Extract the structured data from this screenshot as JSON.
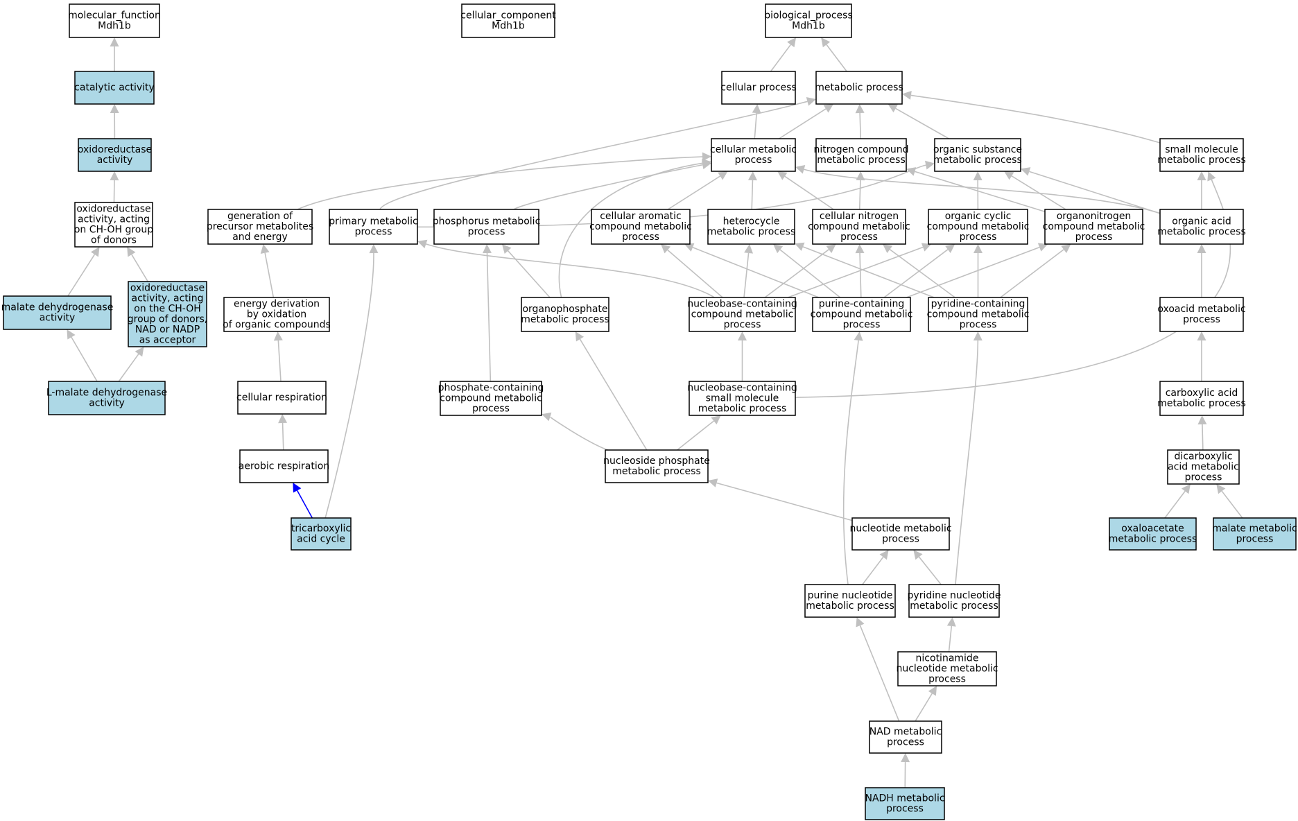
{
  "colors": {
    "highlight_fill": "#add8e6",
    "plain_fill": "#ffffff",
    "edge_gray": "#c0c0c0",
    "edge_blue": "#0000ff"
  },
  "nodes": [
    {
      "id": "mf",
      "lines": [
        "molecular_function",
        "Mdh1b"
      ],
      "highlight": false
    },
    {
      "id": "cc",
      "lines": [
        "cellular_component",
        "Mdh1b"
      ],
      "highlight": false
    },
    {
      "id": "bp",
      "lines": [
        "biological_process",
        "Mdh1b"
      ],
      "highlight": false
    },
    {
      "id": "cat",
      "lines": [
        "catalytic activity"
      ],
      "highlight": true
    },
    {
      "id": "oxr",
      "lines": [
        "oxidoreductase",
        "activity"
      ],
      "highlight": true
    },
    {
      "id": "oxch",
      "lines": [
        "oxidoreductase",
        "activity, acting",
        "on CH-OH group",
        "of donors"
      ],
      "highlight": false
    },
    {
      "id": "malde",
      "lines": [
        "malate dehydrogenase",
        "activity"
      ],
      "highlight": true
    },
    {
      "id": "oxnad",
      "lines": [
        "oxidoreductase",
        "activity, acting",
        "on the CH-OH",
        "group of donors,",
        "NAD or NADP",
        "as acceptor"
      ],
      "highlight": true
    },
    {
      "id": "lmal",
      "lines": [
        "L-malate dehydrogenase",
        "activity"
      ],
      "highlight": true
    },
    {
      "id": "cellp",
      "lines": [
        "cellular process"
      ],
      "highlight": false
    },
    {
      "id": "metp",
      "lines": [
        "metabolic process"
      ],
      "highlight": false
    },
    {
      "id": "cmp",
      "lines": [
        "cellular metabolic",
        "process"
      ],
      "highlight": false
    },
    {
      "id": "ncmp",
      "lines": [
        "nitrogen compound",
        "metabolic process"
      ],
      "highlight": false
    },
    {
      "id": "osmp",
      "lines": [
        "organic substance",
        "metabolic process"
      ],
      "highlight": false
    },
    {
      "id": "smmp",
      "lines": [
        "small molecule",
        "metabolic process"
      ],
      "highlight": false
    },
    {
      "id": "gpme",
      "lines": [
        "generation of",
        "precursor metabolites",
        "and energy"
      ],
      "highlight": false
    },
    {
      "id": "pmp",
      "lines": [
        "primary metabolic",
        "process"
      ],
      "highlight": false
    },
    {
      "id": "phmp",
      "lines": [
        "phosphorus metabolic",
        "process"
      ],
      "highlight": false
    },
    {
      "id": "cacmp",
      "lines": [
        "cellular aromatic",
        "compound metabolic",
        "process"
      ],
      "highlight": false
    },
    {
      "id": "hmp",
      "lines": [
        "heterocycle",
        "metabolic process"
      ],
      "highlight": false
    },
    {
      "id": "cncmp",
      "lines": [
        "cellular nitrogen",
        "compound metabolic",
        "process"
      ],
      "highlight": false
    },
    {
      "id": "occmp",
      "lines": [
        "organic cyclic",
        "compound metabolic",
        "process"
      ],
      "highlight": false
    },
    {
      "id": "oncmp",
      "lines": [
        "organonitrogen",
        "compound metabolic",
        "process"
      ],
      "highlight": false
    },
    {
      "id": "oamp",
      "lines": [
        "organic acid",
        "metabolic process"
      ],
      "highlight": false
    },
    {
      "id": "edoc",
      "lines": [
        "energy derivation",
        "by oxidation",
        "of organic compounds"
      ],
      "highlight": false
    },
    {
      "id": "opmp",
      "lines": [
        "organophosphate",
        "metabolic process"
      ],
      "highlight": false
    },
    {
      "id": "nbccmp",
      "lines": [
        "nucleobase-containing",
        "compound metabolic",
        "process"
      ],
      "highlight": false
    },
    {
      "id": "pccmp",
      "lines": [
        "purine-containing",
        "compound metabolic",
        "process"
      ],
      "highlight": false
    },
    {
      "id": "pyccmp",
      "lines": [
        "pyridine-containing",
        "compound metabolic",
        "process"
      ],
      "highlight": false
    },
    {
      "id": "oxamp",
      "lines": [
        "oxoacid metabolic",
        "process"
      ],
      "highlight": false
    },
    {
      "id": "cresp",
      "lines": [
        "cellular respiration"
      ],
      "highlight": false
    },
    {
      "id": "phccmp",
      "lines": [
        "phosphate-containing",
        "compound metabolic",
        "process"
      ],
      "highlight": false
    },
    {
      "id": "nbcsm",
      "lines": [
        "nucleobase-containing",
        "small molecule",
        "metabolic process"
      ],
      "highlight": false
    },
    {
      "id": "camp",
      "lines": [
        "carboxylic acid",
        "metabolic process"
      ],
      "highlight": false
    },
    {
      "id": "aresp",
      "lines": [
        "aerobic respiration"
      ],
      "highlight": false
    },
    {
      "id": "nspmp",
      "lines": [
        "nucleoside phosphate",
        "metabolic process"
      ],
      "highlight": false
    },
    {
      "id": "dcamp",
      "lines": [
        "dicarboxylic",
        "acid metabolic",
        "process"
      ],
      "highlight": false
    },
    {
      "id": "tca",
      "lines": [
        "tricarboxylic",
        "acid cycle"
      ],
      "highlight": true
    },
    {
      "id": "ntmp",
      "lines": [
        "nucleotide metabolic",
        "process"
      ],
      "highlight": false
    },
    {
      "id": "oxaa",
      "lines": [
        "oxaloacetate",
        "metabolic process"
      ],
      "highlight": true
    },
    {
      "id": "malmp",
      "lines": [
        "malate metabolic",
        "process"
      ],
      "highlight": true
    },
    {
      "id": "pnmp",
      "lines": [
        "purine nucleotide",
        "metabolic process"
      ],
      "highlight": false
    },
    {
      "id": "pynmp",
      "lines": [
        "pyridine nucleotide",
        "metabolic process"
      ],
      "highlight": false
    },
    {
      "id": "nnmp",
      "lines": [
        "nicotinamide",
        "nucleotide metabolic",
        "process"
      ],
      "highlight": false
    },
    {
      "id": "nadmp",
      "lines": [
        "NAD metabolic",
        "process"
      ],
      "highlight": false
    },
    {
      "id": "nadhmp",
      "lines": [
        "NADH metabolic",
        "process"
      ],
      "highlight": true
    }
  ],
  "edges": [
    {
      "from": "cat",
      "to": "mf"
    },
    {
      "from": "oxr",
      "to": "cat"
    },
    {
      "from": "oxch",
      "to": "oxr"
    },
    {
      "from": "malde",
      "to": "oxch"
    },
    {
      "from": "oxnad",
      "to": "oxch"
    },
    {
      "from": "lmal",
      "to": "malde"
    },
    {
      "from": "lmal",
      "to": "oxnad"
    },
    {
      "from": "cellp",
      "to": "bp"
    },
    {
      "from": "metp",
      "to": "bp"
    },
    {
      "from": "cmp",
      "to": "cellp"
    },
    {
      "from": "cmp",
      "to": "metp"
    },
    {
      "from": "ncmp",
      "to": "metp"
    },
    {
      "from": "osmp",
      "to": "metp"
    },
    {
      "from": "smmp",
      "to": "metp"
    },
    {
      "from": "pmp",
      "to": "metp"
    },
    {
      "from": "gpme",
      "to": "cmp"
    },
    {
      "from": "phmp",
      "to": "cmp"
    },
    {
      "from": "cacmp",
      "to": "cmp"
    },
    {
      "from": "hmp",
      "to": "cmp"
    },
    {
      "from": "cncmp",
      "to": "cmp"
    },
    {
      "from": "oamp",
      "to": "cmp"
    },
    {
      "from": "opmp",
      "to": "cmp"
    },
    {
      "from": "cncmp",
      "to": "ncmp"
    },
    {
      "from": "oncmp",
      "to": "ncmp"
    },
    {
      "from": "occmp",
      "to": "osmp"
    },
    {
      "from": "oncmp",
      "to": "osmp"
    },
    {
      "from": "oamp",
      "to": "osmp"
    },
    {
      "from": "pmp",
      "to": "osmp"
    },
    {
      "from": "oamp",
      "to": "smmp"
    },
    {
      "from": "nbcsm",
      "to": "smmp"
    },
    {
      "from": "edoc",
      "to": "gpme"
    },
    {
      "from": "tca",
      "to": "pmp"
    },
    {
      "from": "nbccmp",
      "to": "pmp"
    },
    {
      "from": "phccmp",
      "to": "phmp"
    },
    {
      "from": "opmp",
      "to": "phmp"
    },
    {
      "from": "nbccmp",
      "to": "cacmp"
    },
    {
      "from": "pccmp",
      "to": "cacmp"
    },
    {
      "from": "nbccmp",
      "to": "hmp"
    },
    {
      "from": "pccmp",
      "to": "hmp"
    },
    {
      "from": "pyccmp",
      "to": "hmp"
    },
    {
      "from": "nbccmp",
      "to": "cncmp"
    },
    {
      "from": "pccmp",
      "to": "cncmp"
    },
    {
      "from": "pyccmp",
      "to": "cncmp"
    },
    {
      "from": "nbccmp",
      "to": "occmp"
    },
    {
      "from": "pccmp",
      "to": "occmp"
    },
    {
      "from": "pyccmp",
      "to": "occmp"
    },
    {
      "from": "pccmp",
      "to": "oncmp"
    },
    {
      "from": "pyccmp",
      "to": "oncmp"
    },
    {
      "from": "oxamp",
      "to": "oamp"
    },
    {
      "from": "cresp",
      "to": "edoc"
    },
    {
      "from": "nspmp",
      "to": "opmp"
    },
    {
      "from": "nbcsm",
      "to": "nbccmp"
    },
    {
      "from": "pnmp",
      "to": "pccmp"
    },
    {
      "from": "pynmp",
      "to": "pyccmp"
    },
    {
      "from": "camp",
      "to": "oxamp"
    },
    {
      "from": "aresp",
      "to": "cresp"
    },
    {
      "from": "nspmp",
      "to": "phccmp"
    },
    {
      "from": "nspmp",
      "to": "nbcsm"
    },
    {
      "from": "dcamp",
      "to": "camp"
    },
    {
      "from": "tca",
      "to": "aresp",
      "highlight": true
    },
    {
      "from": "ntmp",
      "to": "nspmp"
    },
    {
      "from": "oxaa",
      "to": "dcamp"
    },
    {
      "from": "malmp",
      "to": "dcamp"
    },
    {
      "from": "pnmp",
      "to": "ntmp"
    },
    {
      "from": "pynmp",
      "to": "ntmp"
    },
    {
      "from": "nnmp",
      "to": "pynmp"
    },
    {
      "from": "nadmp",
      "to": "pnmp"
    },
    {
      "from": "nadmp",
      "to": "nnmp"
    },
    {
      "from": "nadhmp",
      "to": "nadmp"
    }
  ]
}
